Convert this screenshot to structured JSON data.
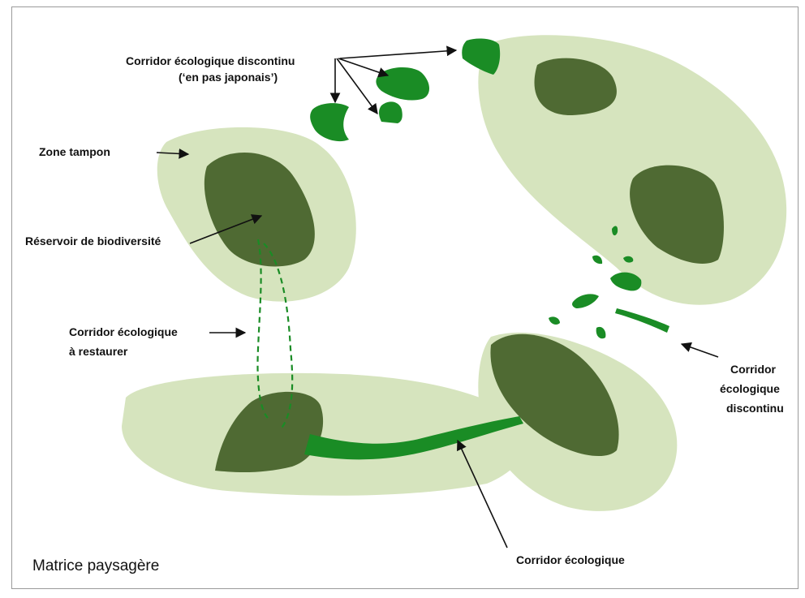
{
  "colors": {
    "buffer": "#d6e4be",
    "reservoir": "#4f6a33",
    "corridor": "#1a8c25",
    "arrow": "#111111"
  },
  "labels": {
    "discontinuous_top_line1": "Corridor écologique discontinu",
    "discontinuous_top_line2": "(‘en pas japonais’)",
    "buffer_zone": "Zone tampon",
    "reservoir": "Réservoir de biodiversité",
    "restore_line1": "Corridor écologique",
    "restore_line2": "à restaurer",
    "discontinuous_right_line1": "Corridor",
    "discontinuous_right_line2": "écologique",
    "discontinuous_right_line3": "discontinu",
    "corridor": "Corridor écologique",
    "matrix": "Matrice paysagère"
  }
}
